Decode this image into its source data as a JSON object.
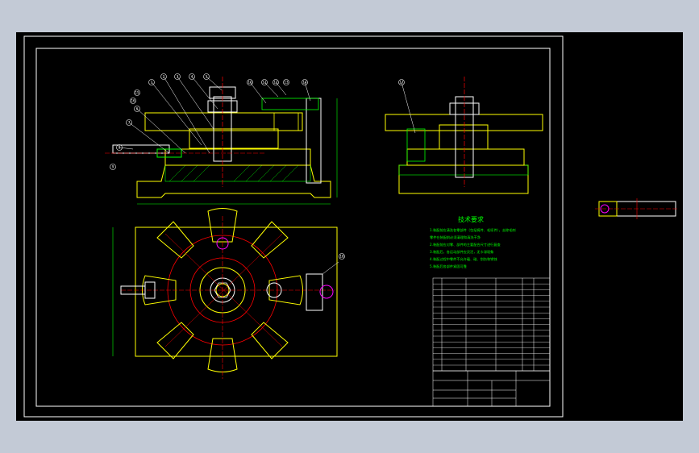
{
  "title": "技术要求",
  "notes": [
    "1.装配前应清洗各零部件（包括铸件、毛坯件），去除毛刺",
    "零件在装配前必须清理和清洗干净",
    "2.装配前应对零、部件的主要配合尺寸进行复查",
    "3.装配后，各运动部件应灵活，无卡滞现象",
    "4.装配过程中零件不允许磕、碰、划伤和锈蚀",
    "5.装配后各部件紧固可靠"
  ],
  "colors": {
    "background": "#000000",
    "frame": "#ffffff",
    "outline": "#ffff00",
    "center": "#ff0000",
    "dimension": "#00ff00",
    "hatch": "#00ff00",
    "leader": "#ffffff",
    "accent": "#ff00ff",
    "cyan": "#00ffff"
  },
  "balloons_front": [
    "1",
    "2",
    "3",
    "4",
    "5",
    "6",
    "7",
    "8",
    "9",
    "10",
    "11",
    "12",
    "13",
    "14",
    "15",
    "16"
  ],
  "balloon_side": "17",
  "balloon_top": "18"
}
